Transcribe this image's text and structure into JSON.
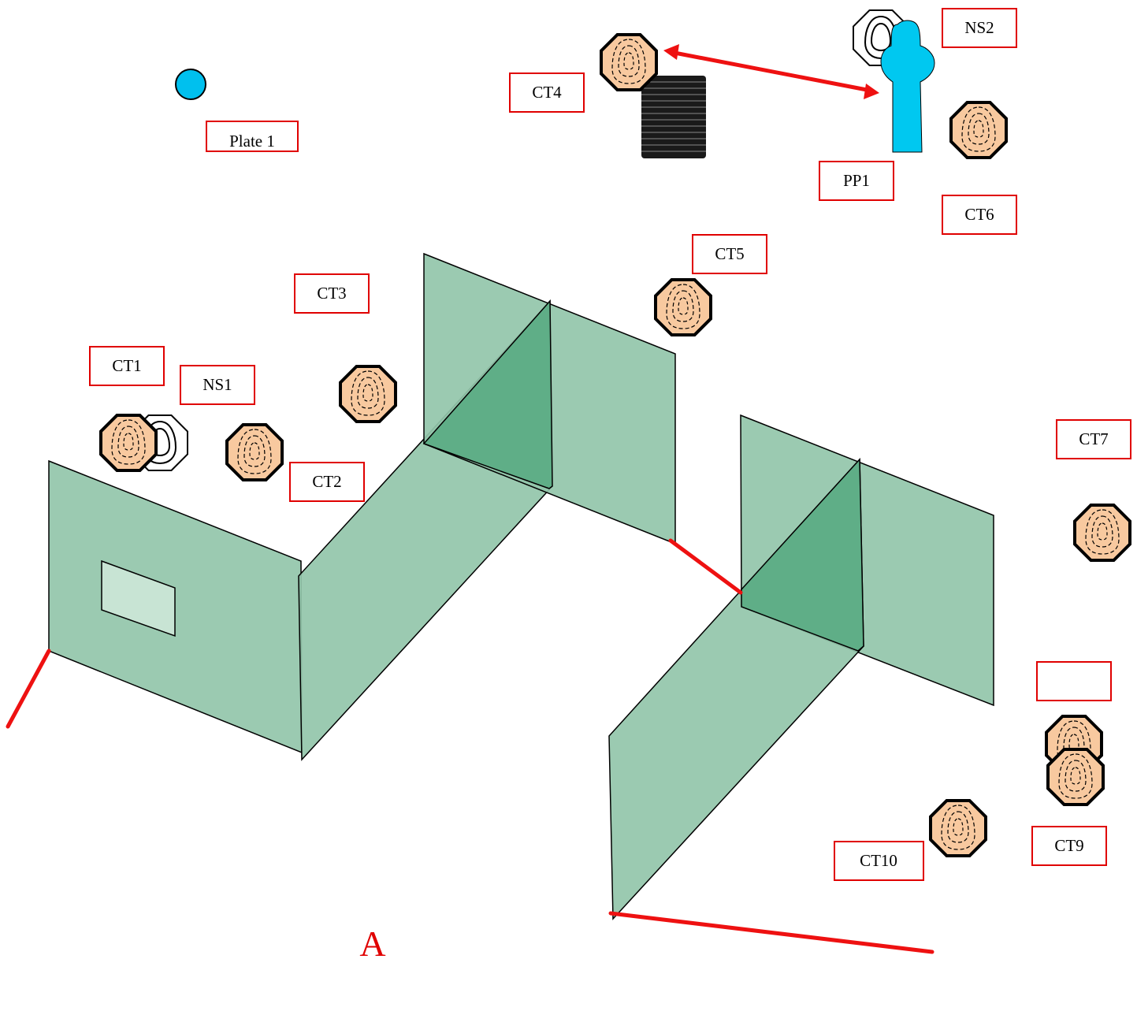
{
  "colors": {
    "label_border": "#e00000",
    "wall_fill": "#93c6aa",
    "wall_overlap": "#5fae87",
    "target_fill": "#f8c99f",
    "popper_fill": "#00c8f0",
    "plate_fill": "#00c0ee",
    "fault_line": "#ee1111",
    "barrel": "#1a1a1a"
  },
  "labels": {
    "plate1": "Plate 1",
    "ct1": "CT1",
    "ct2": "CT2",
    "ct3": "CT3",
    "ct4": "CT4",
    "ct5": "CT5",
    "ct6": "CT6",
    "ct7": "CT7",
    "ct8": "",
    "ct9": "CT9",
    "ct10": "CT10",
    "ns1": "NS1",
    "ns2": "NS2",
    "pp1": "PP1",
    "start": "A"
  },
  "icons": {
    "target": "cardboard-target-icon",
    "no_shoot": "no-shoot-target-icon",
    "popper": "pepper-popper-icon",
    "plate": "steel-plate-icon",
    "barrel": "barrel-stack-icon"
  }
}
